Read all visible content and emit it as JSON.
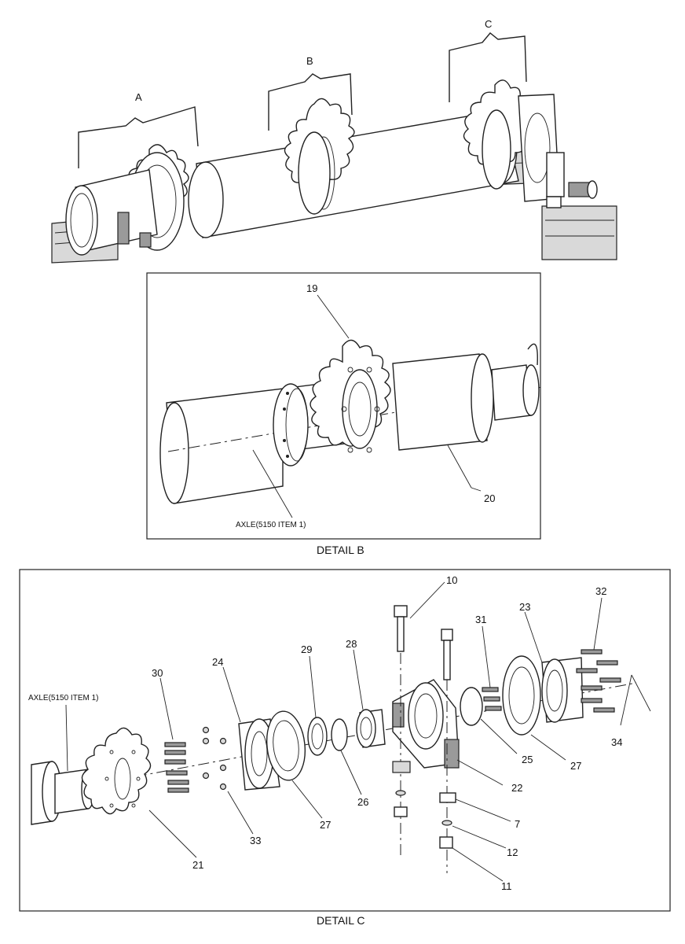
{
  "overview": {
    "callouts": [
      "A",
      "B",
      "C"
    ]
  },
  "detail_b": {
    "caption": "DETAIL B",
    "items": [
      "19",
      "20"
    ],
    "axle_label": "AXLE(5150 ITEM 1)"
  },
  "detail_c": {
    "caption": "DETAIL C",
    "axle_label": "AXLE(5150 ITEM 1)",
    "items": [
      "10",
      "32",
      "31",
      "23",
      "29",
      "28",
      "24",
      "30",
      "25",
      "27",
      "22",
      "34",
      "26",
      "27",
      "7",
      "33",
      "12",
      "21",
      "11"
    ]
  }
}
